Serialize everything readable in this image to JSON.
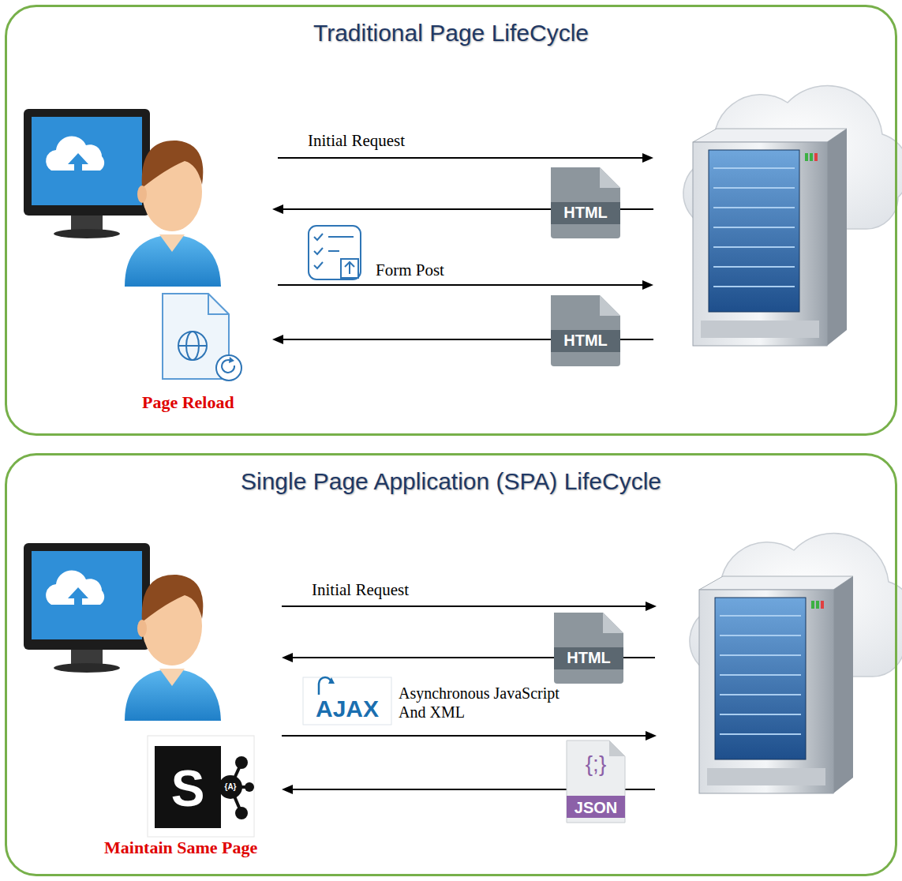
{
  "diagram": {
    "nodes": [
      {
        "text": [
          "Traditional Page LifeCycle"
        ]
      },
      {
        "text": [
          "Single Page Application (SPA) LifeCycle"
        ]
      }
    ],
    "labels": [
      "Initial Request",
      "HTML",
      "Form Post",
      "HTML",
      "Page Reload",
      "Initial Request",
      "HTML",
      "AJAX",
      "Asynchronous JavaScript And XML",
      "JSON",
      "{;}",
      "S",
      "{A}",
      "Maintain Same Page"
    ]
  }
}
